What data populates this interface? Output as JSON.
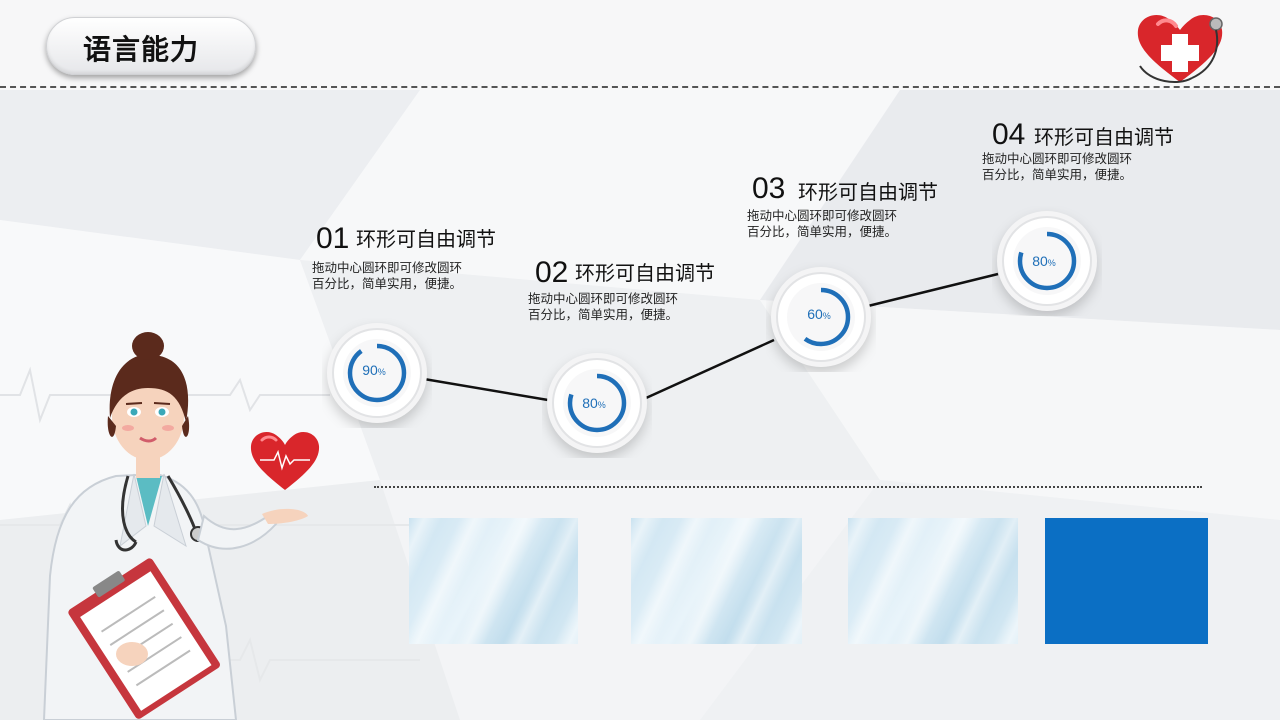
{
  "title": "语言能力",
  "items": [
    {
      "num": "01",
      "title": "环形可自由调节",
      "desc_line1": "拖动中心圆环即可修改圆环",
      "desc_line2": "百分比，简单实用，便捷。",
      "percent": 90,
      "percent_value": "90",
      "percent_sign": "%"
    },
    {
      "num": "02",
      "title": "环形可自由调节",
      "desc_line1": "拖动中心圆环即可修改圆环",
      "desc_line2": "百分比，简单实用，便捷。",
      "percent": 80,
      "percent_value": "80",
      "percent_sign": "%"
    },
    {
      "num": "03",
      "title": "环形可自由调节",
      "desc_line1": "拖动中心圆环即可修改圆环",
      "desc_line2": "百分比，简单实用，便捷。",
      "percent": 60,
      "percent_value": "60",
      "percent_sign": "%"
    },
    {
      "num": "04",
      "title": "环形可自由调节",
      "desc_line1": "拖动中心圆环即可修改圆环",
      "desc_line2": "百分比，简单实用，便捷。",
      "percent": 80,
      "percent_value": "80",
      "percent_sign": "%"
    }
  ],
  "colors": {
    "ring": "#1f6fb8",
    "accent_box": "#0b6fc4",
    "heart": "#d9262b"
  },
  "icons": [
    "medical-heart-icon",
    "nurse-illustration",
    "heartbeat-heart-icon"
  ]
}
